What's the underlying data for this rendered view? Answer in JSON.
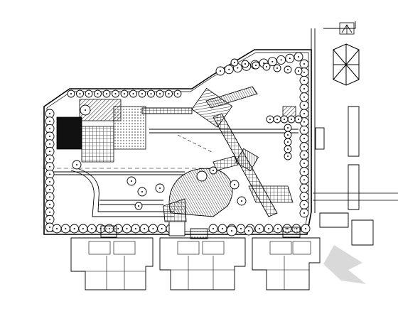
{
  "drawing": {
    "kind": "landscape site plan (CAD line drawing)",
    "text_labels": [],
    "colors": {
      "background": "#ffffff",
      "ink": "#000000",
      "hatch": "#333333",
      "watermark": "#cfcfcf"
    },
    "icons": [
      "tree-canopy-symbol",
      "hexagonal-pavilion-symbol",
      "compass-symbol"
    ]
  }
}
